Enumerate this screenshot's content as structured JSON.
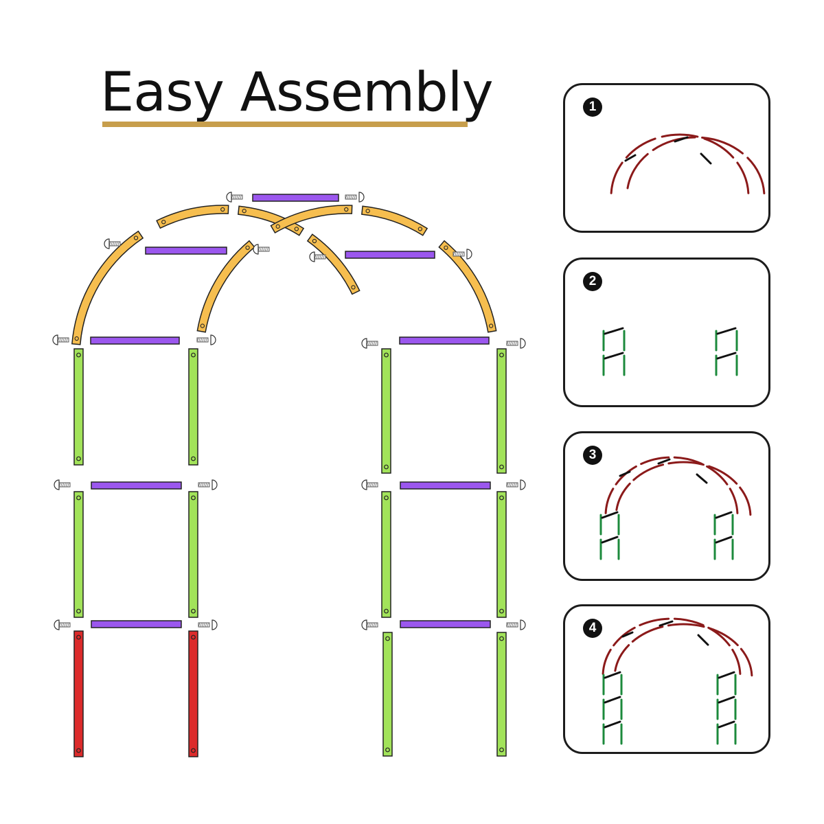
{
  "title": "Easy Assembly",
  "colors": {
    "arch_piece": "#f6be4f",
    "crossbar": "#9b57ee",
    "post_middle": "#a2e35a",
    "post_bottom": "#dc2b2b",
    "title_underline": "#c79e4c",
    "step_arch": "#8b1a1a",
    "step_post": "#1c8a3c",
    "step_bar": "#111111"
  },
  "steps": [
    {
      "number": "1",
      "icon": "arch-top-icon"
    },
    {
      "number": "2",
      "icon": "two-side-frames-icon"
    },
    {
      "number": "3",
      "icon": "arch-on-frames-icon"
    },
    {
      "number": "4",
      "icon": "full-arch-icon"
    }
  ]
}
